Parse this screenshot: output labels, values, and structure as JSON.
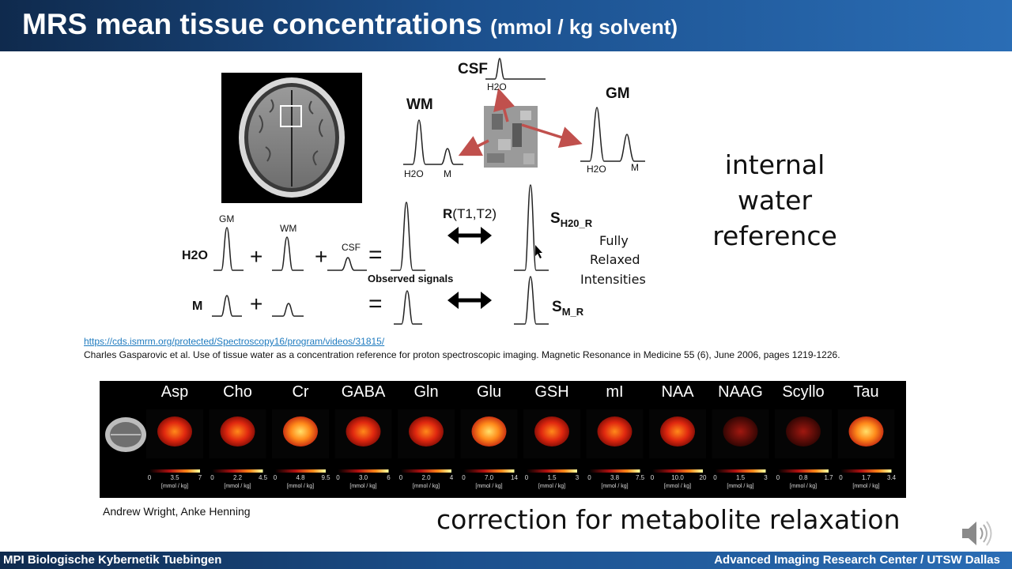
{
  "slide": {
    "title_main": "MRS mean tissue concentrations",
    "title_unit": "(mmol / kg solvent)",
    "side_text": [
      "internal",
      "water",
      "reference"
    ],
    "reference_link": "https://cds.ismrm.org/protected/Spectroscopy16/program/videos/31815/",
    "reference_text": "Charles Gasparovic  et al. Use of tissue water as a concentration reference  for proton spectroscopic imaging. Magnetic Resonance in Medicine 55 (6), June 2006, pages 1219-1226.",
    "authors": "Andrew Wright, Anke Henning",
    "bottom_text": "correction for metabolite relaxation",
    "footer_left": "MPI Biologische Kybernetik Tuebingen",
    "footer_right": "Advanced Imaging Research Center / UTSW Dallas"
  },
  "figure": {
    "csf": "CSF",
    "wm": "WM",
    "gm": "GM",
    "h2o": "H2O",
    "m": "M",
    "gm_small": "GM",
    "wm_small": "WM",
    "csf_small": "CSF",
    "row_h2o": "H2O",
    "row_m": "M",
    "plus": "+",
    "equals": "=",
    "r_bold": "R",
    "r_args": "(T1,T2)",
    "observed": "Observed signals",
    "s": "S",
    "s_h2o_sub": "H20_R",
    "s_m_sub": "M_R",
    "relaxed": [
      "Fully",
      "Relaxed",
      "Intensities"
    ]
  },
  "maps": {
    "unit": "[mmol / kg]",
    "items": [
      {
        "name": "Asp",
        "ticks": [
          "0",
          "3.5",
          "7"
        ]
      },
      {
        "name": "Cho",
        "ticks": [
          "0",
          "2.2",
          "4.5"
        ]
      },
      {
        "name": "Cr",
        "ticks": [
          "0",
          "4.8",
          "9.5"
        ]
      },
      {
        "name": "GABA",
        "ticks": [
          "0",
          "3.0",
          "6"
        ]
      },
      {
        "name": "Gln",
        "ticks": [
          "0",
          "2.0",
          "4"
        ]
      },
      {
        "name": "Glu",
        "ticks": [
          "0",
          "7.0",
          "14"
        ]
      },
      {
        "name": "GSH",
        "ticks": [
          "0",
          "1.5",
          "3"
        ]
      },
      {
        "name": "mI",
        "ticks": [
          "0",
          "3.8",
          "7.5"
        ]
      },
      {
        "name": "NAA",
        "ticks": [
          "0",
          "10.0",
          "20"
        ]
      },
      {
        "name": "NAAG",
        "ticks": [
          "0",
          "1.5",
          "3"
        ]
      },
      {
        "name": "Scyllo",
        "ticks": [
          "0",
          "0.8",
          "1.7"
        ]
      },
      {
        "name": "Tau",
        "ticks": [
          "0",
          "1.7",
          "3.4"
        ]
      }
    ]
  },
  "colors": {
    "header_dark": "#0f2a4d",
    "header_light": "#2a6db5",
    "arrow_red": "#c0504d"
  }
}
